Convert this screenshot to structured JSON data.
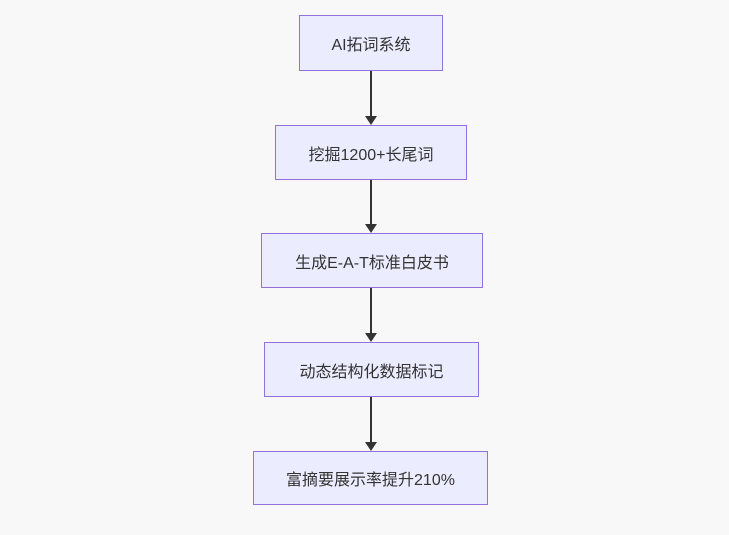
{
  "diagram": {
    "type": "flowchart",
    "direction": "top-down",
    "nodes": [
      {
        "label": "AI拓词系统"
      },
      {
        "label": "挖掘1200+长尾词"
      },
      {
        "label": "生成E-A-T标准白皮书"
      },
      {
        "label": "动态结构化数据标记"
      },
      {
        "label": "富摘要展示率提升210%"
      }
    ],
    "edges": [
      {
        "from": 0,
        "to": 1
      },
      {
        "from": 1,
        "to": 2
      },
      {
        "from": 2,
        "to": 3
      },
      {
        "from": 3,
        "to": 4
      }
    ],
    "colors": {
      "background": "#f8f8f8",
      "node_fill": "#ececff",
      "node_border": "#9370db",
      "edge_line": "#333333",
      "text": "#333333"
    }
  }
}
